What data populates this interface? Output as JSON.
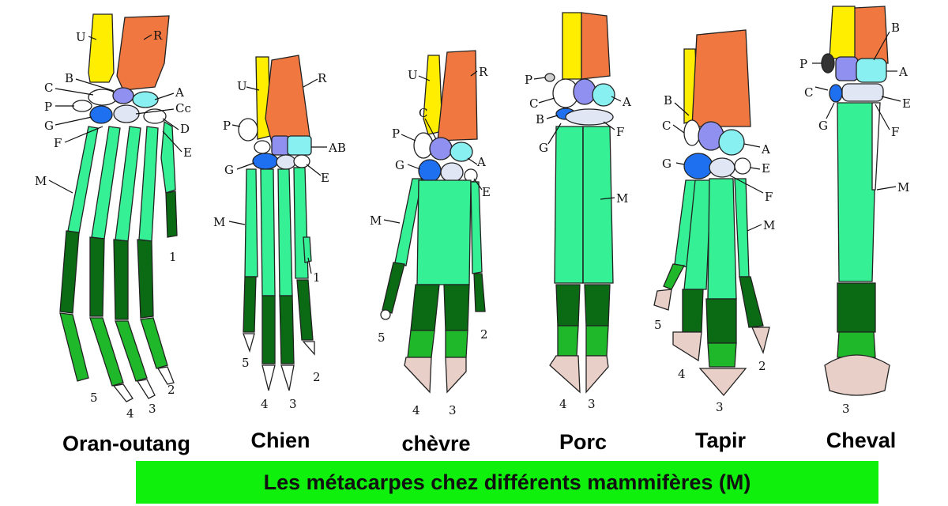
{
  "title": "Les métacarpes chez différents mammifères  (M)",
  "colors": {
    "ulna": "#ffee00",
    "radius": "#f07840",
    "carpal_violet": "#9090f0",
    "carpal_cyan": "#88f0f0",
    "carpal_blue": "#1f70f0",
    "carpal_pale": "#e0e6f4",
    "metacarpal": "#35f095",
    "phalanx": "#0b6a14",
    "phalanx_mid": "#1fb82a",
    "hoof": "#e8d0c8"
  },
  "animals": [
    {
      "id": "orang",
      "name": "Oran-outang",
      "labels": [
        "U",
        "R",
        "B",
        "C",
        "A",
        "P",
        "Cc",
        "G",
        "D",
        "F",
        "E",
        "M",
        "1"
      ],
      "digits": [
        "5",
        "4",
        "3",
        "2"
      ]
    },
    {
      "id": "chien",
      "name": "Chien",
      "labels": [
        "U",
        "R",
        "P",
        "AB",
        "G",
        "E",
        "M",
        "1"
      ],
      "digits": [
        "5",
        "4",
        "3",
        "2"
      ]
    },
    {
      "id": "chevre",
      "name": "chèvre",
      "labels": [
        "U",
        "R",
        "C",
        "P",
        "A",
        "G",
        "E",
        "M"
      ],
      "digits": [
        "5",
        "4",
        "3",
        "2"
      ]
    },
    {
      "id": "porc",
      "name": "Porc",
      "labels": [
        "P",
        "A",
        "C",
        "B",
        "F",
        "G",
        "M"
      ],
      "digits": [
        "4",
        "3"
      ]
    },
    {
      "id": "tapir",
      "name": "Tapir",
      "labels": [
        "B",
        "C",
        "A",
        "G",
        "E",
        "F",
        "M"
      ],
      "digits": [
        "5",
        "4",
        "3",
        "2"
      ]
    },
    {
      "id": "cheval",
      "name": "Cheval",
      "labels": [
        "B",
        "P",
        "A",
        "C",
        "E",
        "G",
        "F",
        "M"
      ],
      "digits": [
        "3"
      ]
    }
  ]
}
